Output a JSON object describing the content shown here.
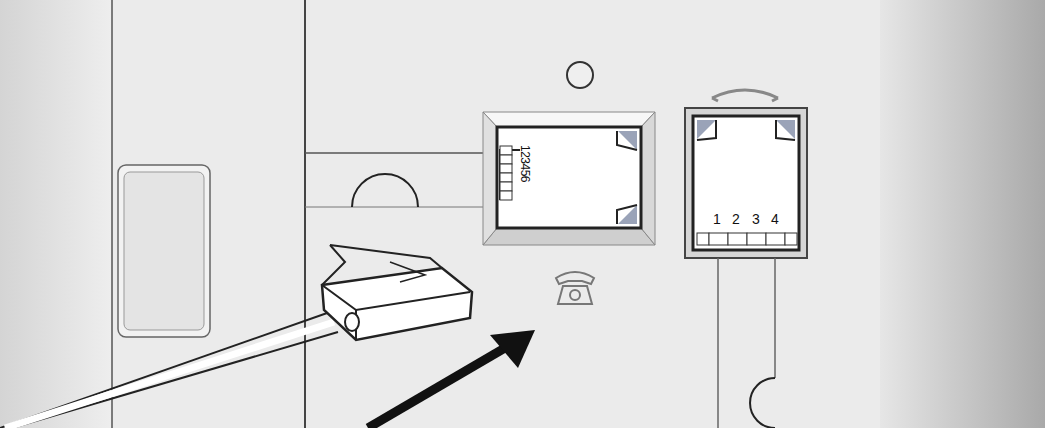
{
  "diagram": {
    "labels": [
      "123456",
      "1",
      "2",
      "3",
      "4"
    ]
  }
}
